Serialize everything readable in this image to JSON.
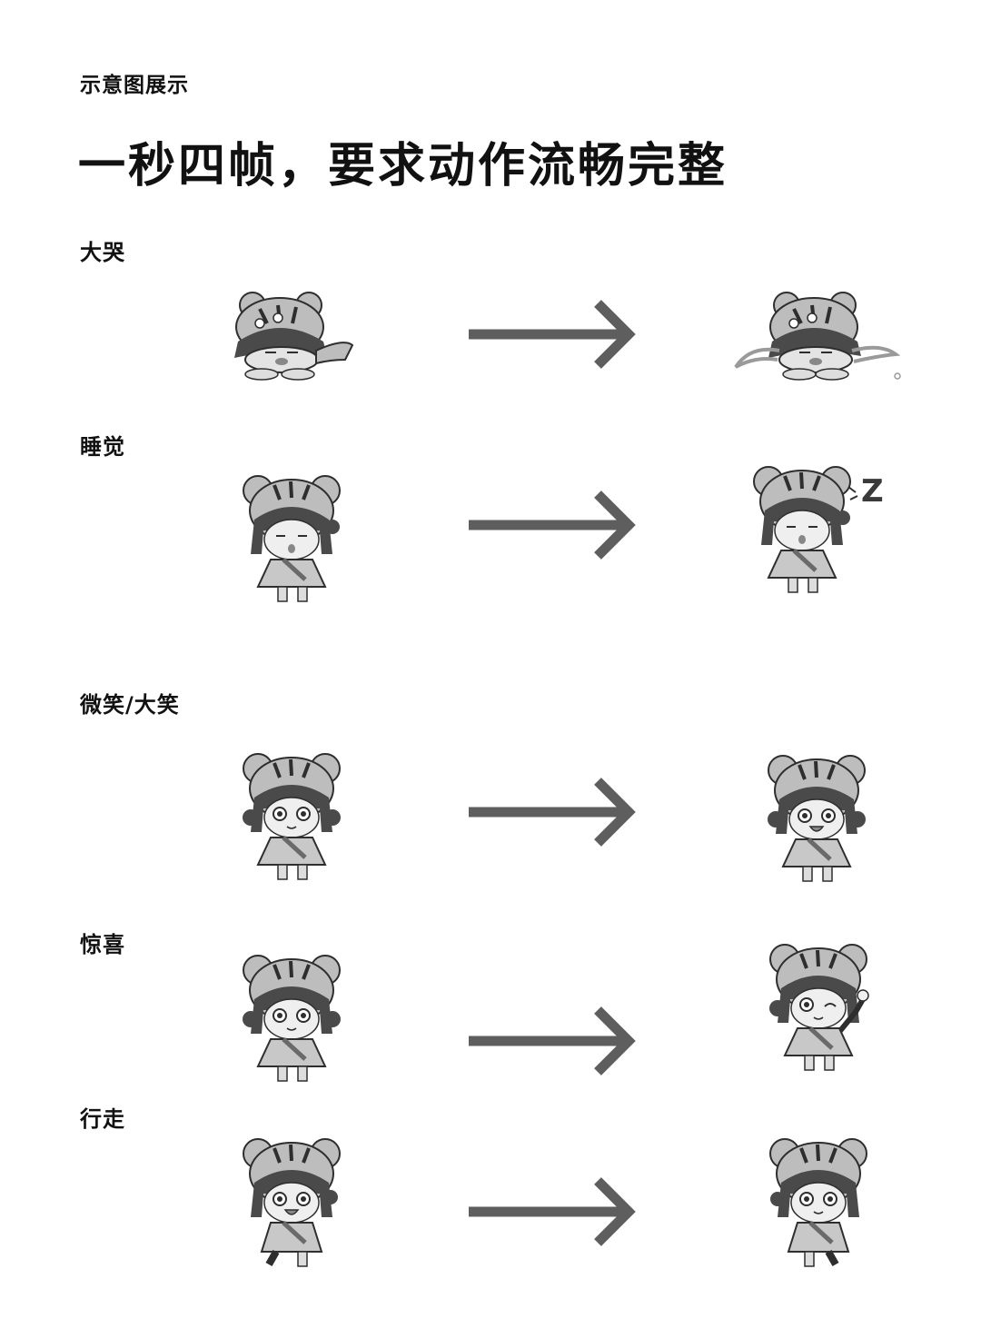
{
  "subtitle": "示意图展示",
  "headline": "一秒四帧，要求动作流畅完整",
  "sections": [
    {
      "label": "大哭",
      "from_pose": "lying-crying",
      "to_pose": "lying-crying-tears"
    },
    {
      "label": "睡觉",
      "from_pose": "standing-eyes-closed",
      "to_pose": "standing-sleeping-z"
    },
    {
      "label": "微笑/大笑",
      "from_pose": "standing-smile",
      "to_pose": "standing-laugh"
    },
    {
      "label": "惊喜",
      "from_pose": "standing-smile",
      "to_pose": "standing-wink-wave"
    },
    {
      "label": "行走",
      "from_pose": "walking-step",
      "to_pose": "walking-step-alt"
    }
  ],
  "zzz_mark": "Z",
  "colors": {
    "arrow": "#5e5e5e",
    "figure_fill": "#bdbdbd",
    "figure_stroke": "#2e2e2e",
    "hair": "#4a4a4a"
  }
}
